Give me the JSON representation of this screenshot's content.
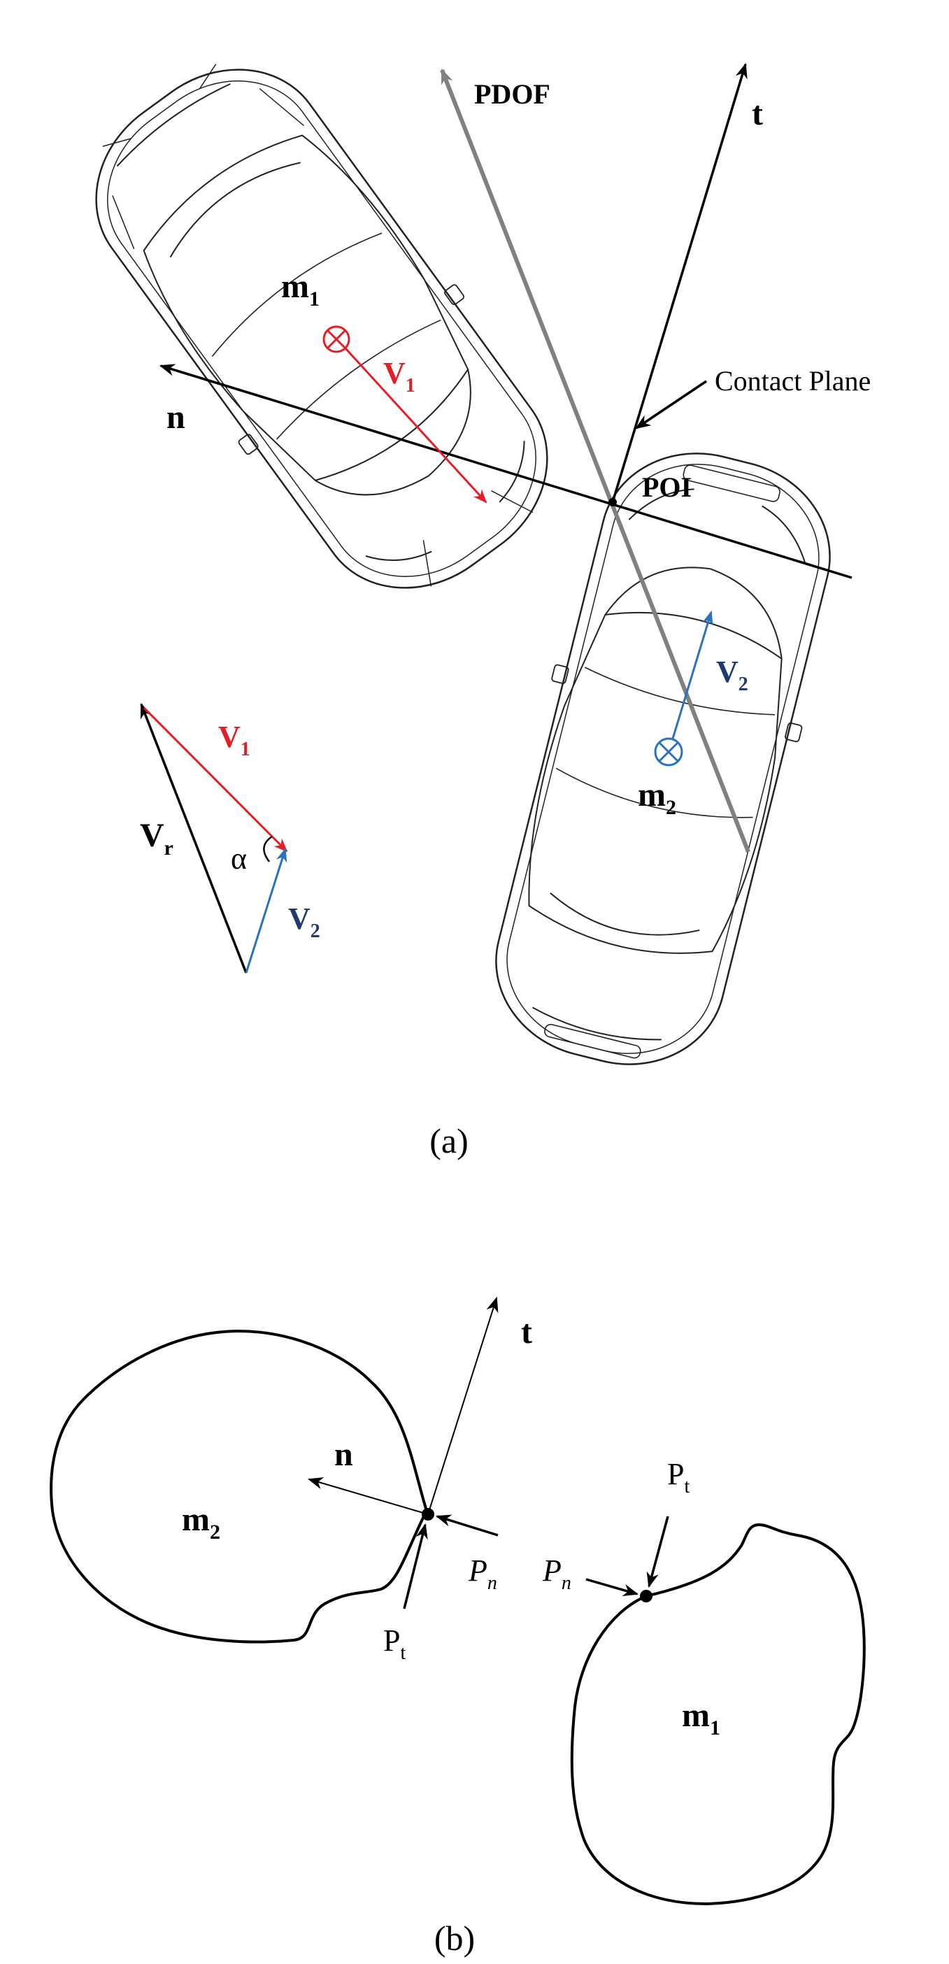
{
  "panel_a": {
    "caption": "(a)",
    "labels": {
      "pdof": "PDOF",
      "t": "t",
      "contact_plane": "Contact Plane",
      "n": "n",
      "poi": "POI",
      "m1_main": "m",
      "m1_sub": "1",
      "v1_main": "V",
      "v1_sub": "1",
      "m2_main": "m",
      "m2_sub": "2",
      "v2_main": "V",
      "v2_sub": "2",
      "tri_v1_main": "V",
      "tri_v1_sub": "1",
      "tri_vr_main": "V",
      "tri_vr_sub": "r",
      "tri_alpha": "α",
      "tri_v2_main": "V",
      "tri_v2_sub": "2"
    }
  },
  "panel_b": {
    "caption": "(b)",
    "labels": {
      "t": "t",
      "n": "n",
      "m2_main": "m",
      "m2_sub": "2",
      "m1_main": "m",
      "m1_sub": "1",
      "pn_left_main": "P",
      "pn_left_sub": "n",
      "pt_left_main": "P",
      "pt_left_sub": "t",
      "pn_right_main": "P",
      "pn_right_sub": "n",
      "pt_right_main": "P",
      "pt_right_sub": "t"
    }
  },
  "colors": {
    "v1": "#e41e26",
    "v2": "#2a72c0",
    "v2_label": "#1f3a6e",
    "pdof": "#808080",
    "ink": "#000000"
  }
}
